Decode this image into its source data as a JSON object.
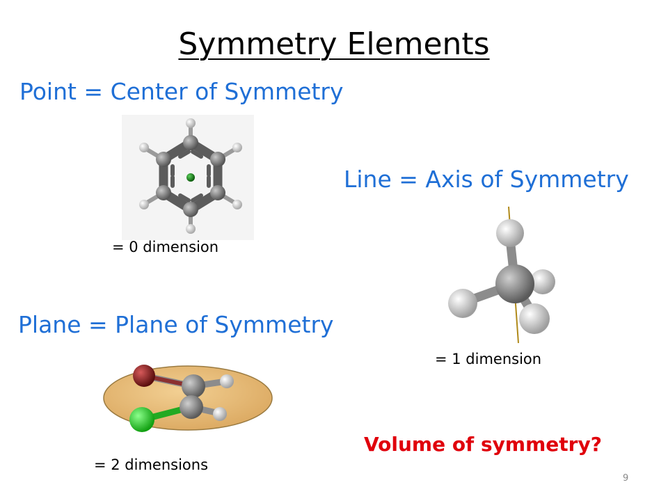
{
  "slide": {
    "title": "Symmetry Elements",
    "point": {
      "heading": "Point  =  Center of Symmetry",
      "dimension": "=  0 dimension"
    },
    "line": {
      "heading": "Line  =  Axis of Symmetry",
      "dimension": "=  1 dimension"
    },
    "plane": {
      "heading": "Plane  =  Plane of Symmetry",
      "dimension": "=  2 dimensions"
    },
    "question": "Volume of symmetry?",
    "page_number": "9"
  },
  "colors": {
    "heading": "#1f6fd6",
    "question": "#e0000b",
    "carbon": "#6e6e6e",
    "hydrogen": "#f2f2f2",
    "center_point": "#1a8a1a",
    "bromine": "#8b1a1a",
    "chlorine": "#22cc22",
    "plane": "#e8b870",
    "axis": "#b08a1a"
  }
}
